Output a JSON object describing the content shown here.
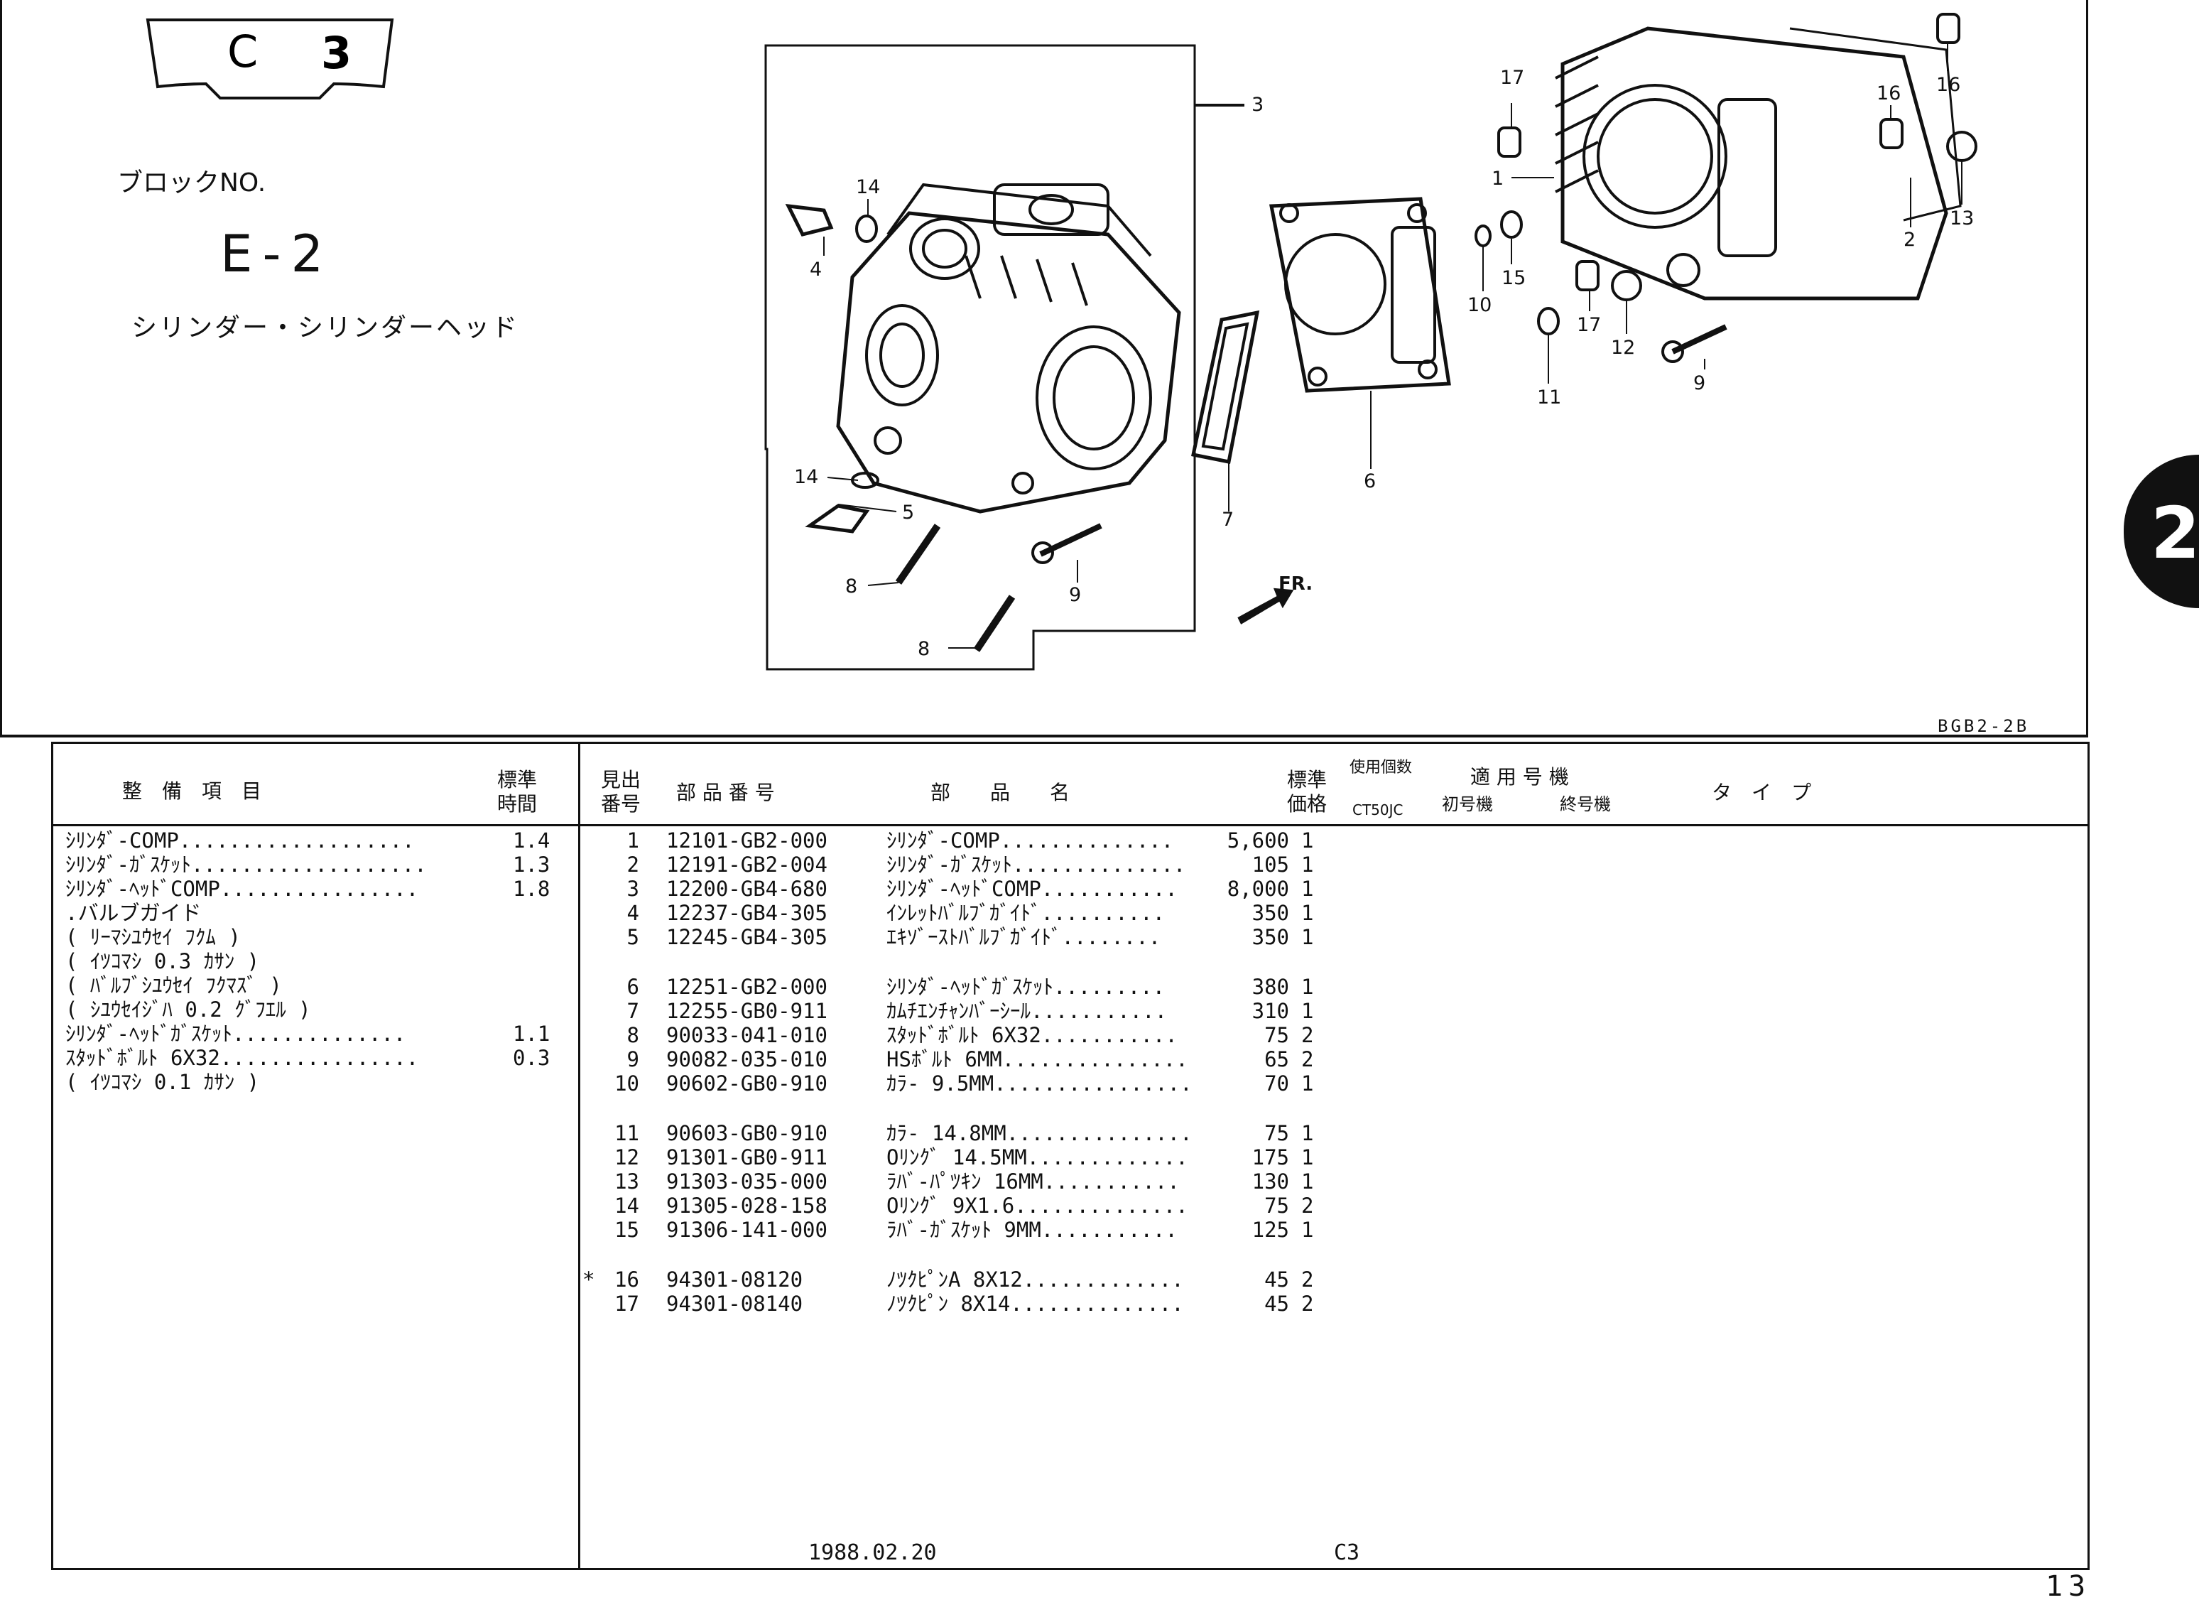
{
  "header": {
    "badge_left": "C",
    "badge_right": "3",
    "block_label": "ブロックNO.",
    "block_no": "E-2",
    "block_title": "シリンダー・シリンダーヘッド"
  },
  "figure": {
    "code": "BGB2-2B",
    "arrow_label": "FR.",
    "callouts": [
      "1",
      "2",
      "3",
      "4",
      "5",
      "6",
      "7",
      "8",
      "8",
      "9",
      "9",
      "10",
      "11",
      "12",
      "13",
      "14",
      "14",
      "15",
      "16",
      "16",
      "17",
      "17"
    ]
  },
  "side_tab": {
    "label": "2"
  },
  "table_header": {
    "maint_item": "整　備　項　目",
    "std_time_1": "標準",
    "std_time_2": "時間",
    "ref_no_1": "見出",
    "ref_no_2": "番号",
    "part_no": "部 品 番 号",
    "part_name": "部　　品　　名",
    "price_1": "標準",
    "price_2": "価格",
    "qty_label": "使用個数",
    "qty_model": "CT50JC",
    "applicable": "適 用 号 機",
    "first_no": "初号機",
    "last_no": "終号機",
    "type": "タ　イ　プ"
  },
  "maintenance": [
    {
      "item": "ｼﾘﾝﾀﾞ-COMP...................",
      "time": "1.4"
    },
    {
      "item": "ｼﾘﾝﾀﾞ-ｶﾞｽｹｯﾄ...................",
      "time": "1.3"
    },
    {
      "item": "ｼﾘﾝﾀﾞ-ﾍｯﾄﾞCOMP................",
      "time": "1.8"
    },
    {
      "item": ".バルブガイド",
      "time": ""
    },
    {
      "item": "( ﾘｰﾏｼﾕｳｾｲ ﾌｸﾑ )",
      "time": ""
    },
    {
      "item": "( ｲﾂｺﾏｼ 0.3 ｶｻﾝ )",
      "time": ""
    },
    {
      "item": "( ﾊﾞﾙﾌﾞｼﾕｳｾｲ ﾌｸﾏｽﾞ )",
      "time": ""
    },
    {
      "item": "( ｼﾕｳｾｲｼﾞﾊ 0.2 ｸﾞﾌｴﾙ )",
      "time": ""
    },
    {
      "item": "ｼﾘﾝﾀﾞ-ﾍｯﾄﾞｶﾞｽｹｯﾄ..............",
      "time": "1.1"
    },
    {
      "item": "ｽﾀｯﾄﾞﾎﾞﾙﾄ 6X32................",
      "time": "0.3"
    },
    {
      "item": "( ｲﾂｺﾏｼ 0.1 ｶｻﾝ )",
      "time": ""
    }
  ],
  "parts": [
    {
      "star": "",
      "idx": "1",
      "part_no": "12101-GB2-000",
      "name": "ｼﾘﾝﾀﾞ-COMP..............",
      "price": "5,600",
      "qty": "1"
    },
    {
      "star": "",
      "idx": "2",
      "part_no": "12191-GB2-004",
      "name": "ｼﾘﾝﾀﾞ-ｶﾞｽｹｯﾄ..............",
      "price": "105",
      "qty": "1"
    },
    {
      "star": "",
      "idx": "3",
      "part_no": "12200-GB4-680",
      "name": "ｼﾘﾝﾀﾞ-ﾍｯﾄﾞCOMP...........",
      "price": "8,000",
      "qty": "1"
    },
    {
      "star": "",
      "idx": "4",
      "part_no": "12237-GB4-305",
      "name": "ｲﾝﾚｯﾄﾊﾞﾙﾌﾞｶﾞｲﾄﾞ..........",
      "price": "350",
      "qty": "1"
    },
    {
      "star": "",
      "idx": "5",
      "part_no": "12245-GB4-305",
      "name": "ｴｷｿﾞｰｽﾄﾊﾞﾙﾌﾞｶﾞｲﾄﾞ........",
      "price": "350",
      "qty": "1"
    },
    {
      "star": "",
      "idx": "6",
      "part_no": "12251-GB2-000",
      "name": "ｼﾘﾝﾀﾞ-ﾍｯﾄﾞｶﾞｽｹｯﾄ.........",
      "price": "380",
      "qty": "1"
    },
    {
      "star": "",
      "idx": "7",
      "part_no": "12255-GB0-911",
      "name": "ｶﾑﾁｴﾝﾁｬﾝﾊﾞｰｼｰﾙ...........",
      "price": "310",
      "qty": "1"
    },
    {
      "star": "",
      "idx": "8",
      "part_no": "90033-041-010",
      "name": "ｽﾀｯﾄﾞﾎﾞﾙﾄ 6X32...........",
      "price": "75",
      "qty": "2"
    },
    {
      "star": "",
      "idx": "9",
      "part_no": "90082-035-010",
      "name": "HSﾎﾞﾙﾄ 6MM...............",
      "price": "65",
      "qty": "2"
    },
    {
      "star": "",
      "idx": "10",
      "part_no": "90602-GB0-910",
      "name": "ｶﾗ- 9.5MM................",
      "price": "70",
      "qty": "1"
    },
    {
      "star": "",
      "idx": "11",
      "part_no": "90603-GB0-910",
      "name": "ｶﾗ- 14.8MM...............",
      "price": "75",
      "qty": "1"
    },
    {
      "star": "",
      "idx": "12",
      "part_no": "91301-GB0-911",
      "name": "Oﾘﾝｸﾞ 14.5MM.............",
      "price": "175",
      "qty": "1"
    },
    {
      "star": "",
      "idx": "13",
      "part_no": "91303-035-000",
      "name": "ﾗﾊﾞ-ﾊﾟﾂｷﾝ 16MM...........",
      "price": "130",
      "qty": "1"
    },
    {
      "star": "",
      "idx": "14",
      "part_no": "91305-028-158",
      "name": "Oﾘﾝｸﾞ 9X1.6..............",
      "price": "75",
      "qty": "2"
    },
    {
      "star": "",
      "idx": "15",
      "part_no": "91306-141-000",
      "name": "ﾗﾊﾞ-ｶﾞｽｹｯﾄ 9MM...........",
      "price": "125",
      "qty": "1"
    },
    {
      "star": "*",
      "idx": "16",
      "part_no": "94301-08120",
      "name": "ﾉﾂｸﾋﾟﾝA 8X12.............",
      "price": "45",
      "qty": "2"
    },
    {
      "star": "",
      "idx": "17",
      "part_no": "94301-08140",
      "name": "ﾉﾂｸﾋﾟﾝ 8X14..............",
      "price": "45",
      "qty": "2"
    }
  ],
  "footer": {
    "date": "1988.02.20",
    "code": "C3",
    "page": "13"
  }
}
